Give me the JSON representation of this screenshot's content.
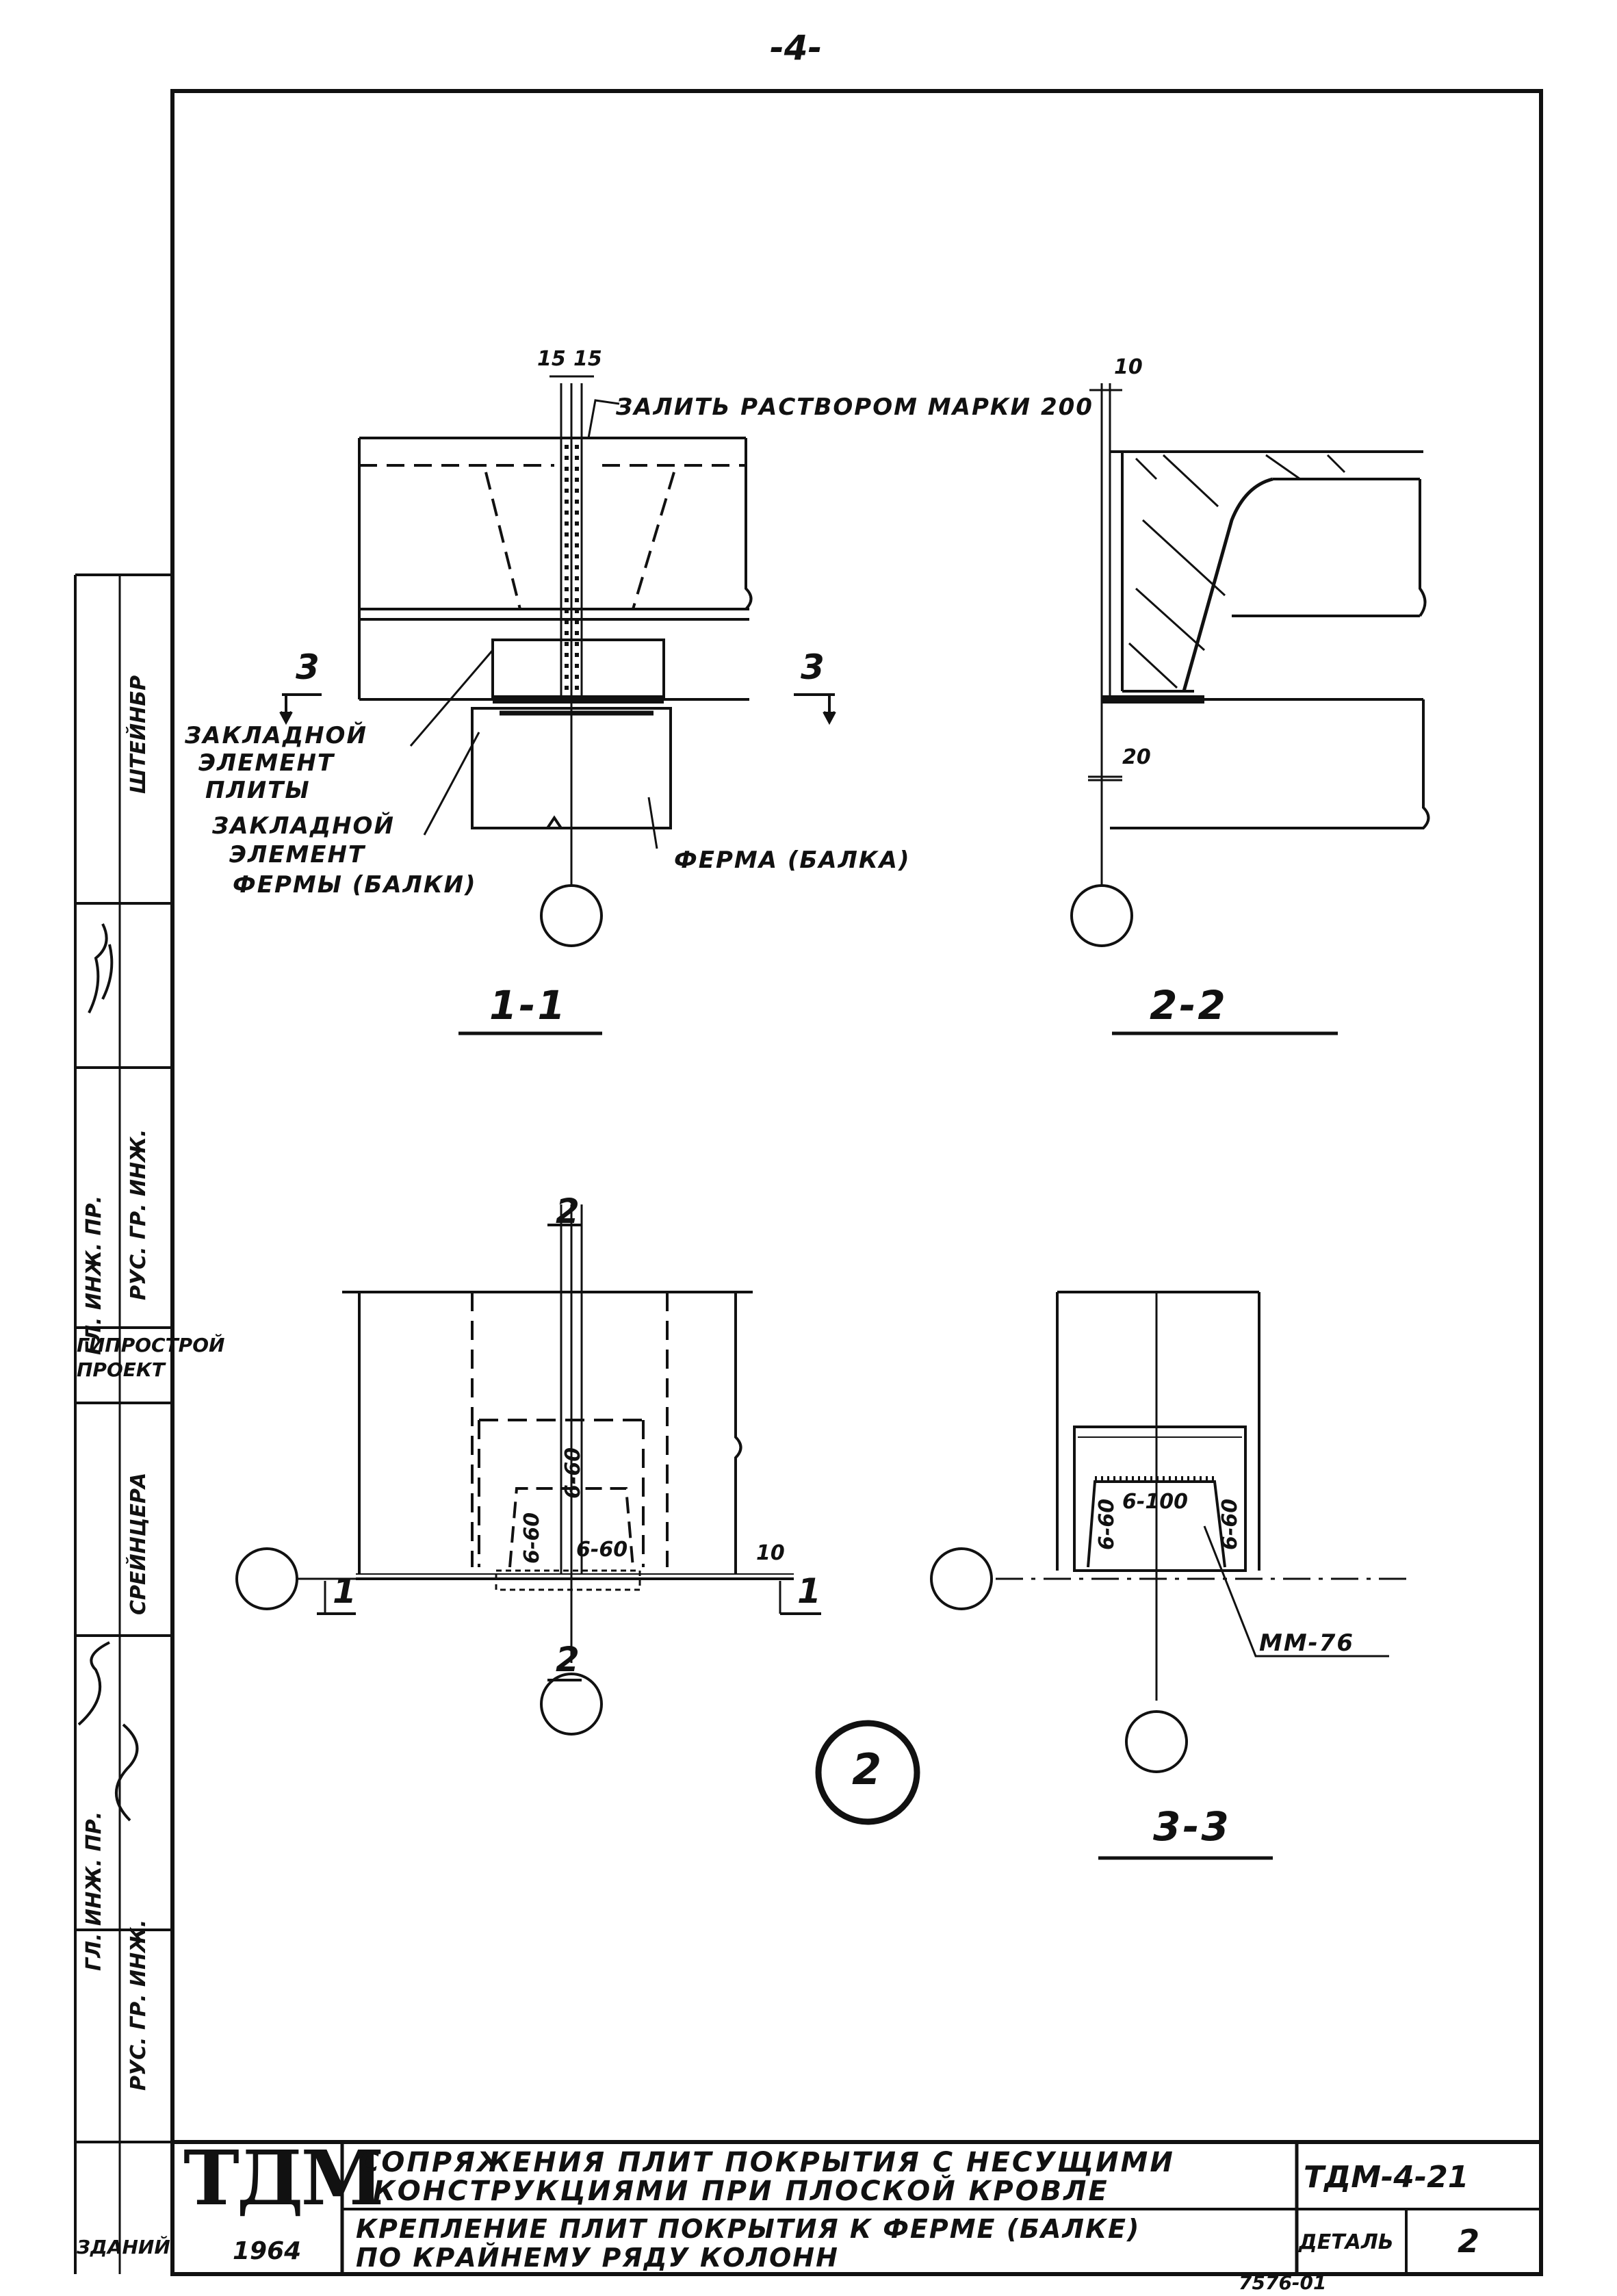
{
  "page_number": "-4-",
  "notes": {
    "fill_mortar": "ЗАЛИТЬ РАСТВОРОМ МАРКИ 200",
    "embedded_slab_1": "ЗАКЛАДНОЙ",
    "embedded_slab_2": "ЭЛЕМЕНТ",
    "embedded_slab_3": "ПЛИТЫ",
    "embedded_truss_1": "ЗАКЛАДНОЙ",
    "embedded_truss_2": "ЭЛЕМЕНТ",
    "embedded_truss_3": "ФЕРМЫ (БАЛКИ)",
    "truss": "ФЕРМА (БАЛКА)",
    "mark": "ММ-76"
  },
  "dimensions": {
    "d15a": "15",
    "d15b": "15",
    "d10top": "10",
    "d20": "20",
    "d10plan": "10",
    "weld_a": "6-60",
    "weld_b": "6-60",
    "weld_c": "6-60",
    "weld_d": "6-60",
    "weld_e": "6-100",
    "weld_f": "6-60"
  },
  "section_marks": {
    "s3_left": "3",
    "s3_right": "3",
    "s2_top": "2",
    "s2_bottom": "2",
    "s1_left": "1",
    "s1_right": "1"
  },
  "section_titles": {
    "a": "1-1",
    "b": "2-2",
    "c": "3-3"
  },
  "detail_number": "2",
  "sidebar": {
    "col1_a": "ГЛ. ИНЖ. ПР.",
    "col1_b": "РУС. ГР. ИНЖ.",
    "col1_c": "ГЛ. ИНЖ. ПР.",
    "col1_d": "РУС. ГР. ИНЖ.",
    "col2_a": "ШТЕЙНБР",
    "col2_b": "СРЕЙНЦЕРА",
    "col3_a": "ГИПРОСТРОЙ",
    "col3_b": "ПРОЕКТ",
    "col4": "ЗДАНИЙ"
  },
  "title_block": {
    "logo": "ТДМ",
    "year": "1964",
    "title_line1": "СОПРЯЖЕНИЯ ПЛИТ ПОКРЫТИЯ С НЕСУЩИМИ",
    "title_line2": "КОНСТРУКЦИЯМИ ПРИ ПЛОСКОЙ КРОВЛЕ",
    "subtitle_line1": "КРЕПЛЕНИЕ ПЛИТ ПОКРЫТИЯ К ФЕРМЕ (БАЛКЕ)",
    "subtitle_line2": "ПО КРАЙНЕМУ РЯДУ КОЛОНН",
    "series": "ТДМ-4-21",
    "detail_label": "ДЕТАЛЬ",
    "detail_value": "2",
    "sheet_code": "7576-01"
  }
}
